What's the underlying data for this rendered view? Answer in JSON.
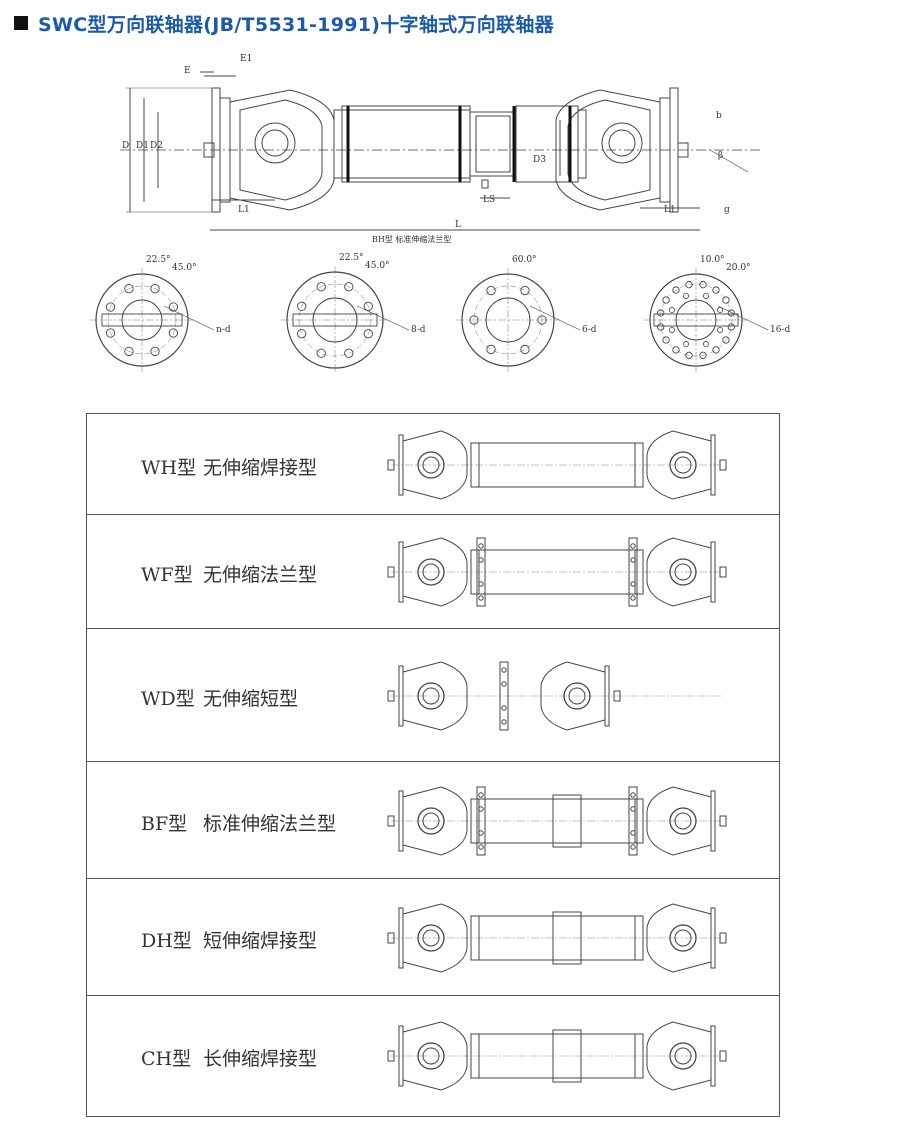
{
  "title": "SWC型万向联轴器(JB/T5531-1991)十字轴式万向联轴器",
  "main_drawing": {
    "dims": {
      "E": "E",
      "E1": "E1",
      "D": "D",
      "D1": "D1",
      "D2": "D2",
      "L1_left": "L1",
      "L": "L",
      "LS": "LS",
      "D3": "D3",
      "L1_right": "L1",
      "g": "g",
      "b": "b",
      "beta": "β"
    },
    "caption": "BH型   标准伸缩法兰型"
  },
  "flange_views": [
    {
      "angle1": "22.5°",
      "angle2": "45.0°",
      "holes": "n-d"
    },
    {
      "angle1": "22.5°",
      "angle2": "45.0°",
      "holes": "8-d"
    },
    {
      "angle1": "60.0°",
      "angle2": "",
      "holes": "6-d"
    },
    {
      "angle1": "10.0°",
      "angle2": "20.0°",
      "holes": "16-d"
    }
  ],
  "types": [
    {
      "code": "WH型",
      "name": "无伸缩焊接型",
      "variant": "wh"
    },
    {
      "code": "WF型",
      "name": "无伸缩法兰型",
      "variant": "wf"
    },
    {
      "code": "WD型",
      "name": "无伸缩短型",
      "variant": "wd"
    },
    {
      "code": "BF型",
      "name": "标准伸缩法兰型",
      "variant": "bf"
    },
    {
      "code": "DH型",
      "name": "短伸缩焊接型",
      "variant": "dh"
    },
    {
      "code": "CH型",
      "name": "长伸缩焊接型",
      "variant": "ch"
    }
  ]
}
